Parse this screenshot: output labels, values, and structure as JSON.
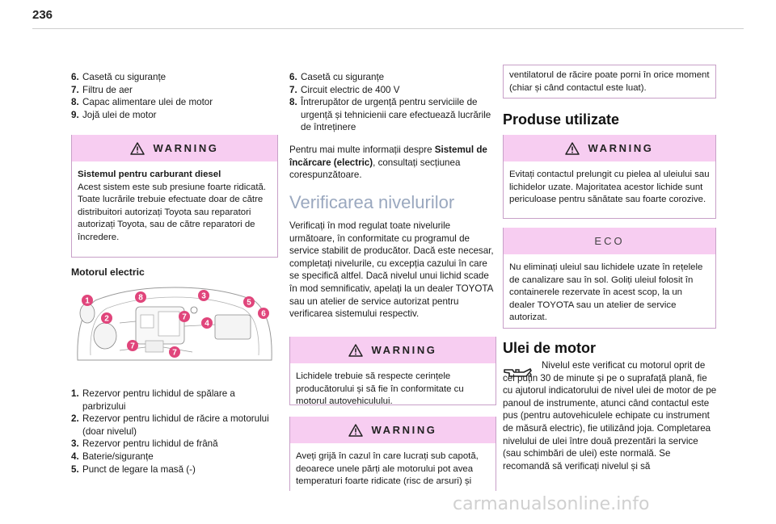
{
  "page": {
    "number": "236"
  },
  "col1": {
    "list_top": [
      {
        "num": "6.",
        "text": "Casetă cu siguranțe"
      },
      {
        "num": "7.",
        "text": "Filtru de aer"
      },
      {
        "num": "8.",
        "text": "Capac alimentare ulei de motor"
      },
      {
        "num": "9.",
        "text": "Jojă ulei de motor"
      }
    ],
    "warning": {
      "heading": "WARNING",
      "bold": "Sistemul pentru carburant diesel",
      "text": "Acest sistem este sub presiune foarte ridicată. Toate lucrările trebuie efectuate doar de către distribuitori autorizați Toyota sau reparatori autorizați Toyota, sau de către reparatori de încredere."
    },
    "subheading": "Motorul electric",
    "figure_labels": [
      "1",
      "8",
      "3",
      "5",
      "2",
      "7",
      "4",
      "6",
      "7",
      "7"
    ],
    "list_bottom": [
      {
        "num": "1.",
        "text": "Rezervor pentru lichidul de spălare a parbrizului"
      },
      {
        "num": "2.",
        "text": "Rezervor pentru lichidul de răcire a motorului (doar nivelul)"
      },
      {
        "num": "3.",
        "text": "Rezervor pentru lichidul de frână"
      },
      {
        "num": "4.",
        "text": "Baterie/siguranțe"
      },
      {
        "num": "5.",
        "text": "Punct de legare la masă (-)"
      }
    ]
  },
  "col2": {
    "list": [
      {
        "num": "6.",
        "text": "Casetă cu siguranțe"
      },
      {
        "num": "7.",
        "text": "Circuit electric de 400 V"
      },
      {
        "num": "8.",
        "text": "Întrerupător de urgență pentru serviciile de urgență și tehnicienii care efectuează lucrările de întreținere"
      }
    ],
    "info_pre": "Pentru mai multe informații despre ",
    "info_bold": "Sistemul de încărcare (electric)",
    "info_post": ", consultați secțiunea corespunzătoare.",
    "section_title": "Verificarea nivelurilor",
    "section_text": "Verificați în mod regulat toate nivelurile următoare, în conformitate cu programul de service stabilit de producător. Dacă este necesar, completați nivelurile, cu excepția cazului în care se specifică altfel. Dacă nivelul unui lichid scade în mod semnificativ, apelați la un dealer TOYOTA sau un atelier de service autorizat pentru verificarea sistemului respectiv.",
    "warning1": {
      "heading": "WARNING",
      "text": "Lichidele trebuie să respecte cerințele producătorului și să fie în conformitate cu motorul autovehiculului."
    },
    "warning2": {
      "heading": "WARNING",
      "text": "Aveți grijă în cazul în care lucrați sub capotă, deoarece unele părți ale motorului pot avea temperaturi foarte ridicate (risc de arsuri) și"
    }
  },
  "col3": {
    "continued": "ventilatorul de răcire poate porni în orice moment (chiar și când contactul este luat).",
    "section1": "Produse utilizate",
    "warning": {
      "heading": "WARNING",
      "text": "Evitați contactul prelungit cu pielea al uleiului sau lichidelor uzate. Majoritatea acestor lichide sunt periculoase pentru sănătate sau foarte corozive."
    },
    "eco": {
      "heading": "ECO",
      "text": "Nu eliminați uleiul sau lichidele uzate în rețelele de canalizare sau în sol. Goliți uleiul folosit în containerele rezervate în acest scop, la un dealer TOYOTA sau un atelier de service autorizat."
    },
    "section2": "Ulei de motor",
    "oil_text": "Nivelul este verificat cu motorul oprit de cel puțin 30 de minute și pe o suprafață plană, fie cu ajutorul indicatorului de nivel ulei de motor de pe panoul de instrumente, atunci când contactul este pus (pentru autovehiculele echipate cu instrument de măsură electric), fie utilizând joja. Completarea nivelului de ulei între două prezentări la service (sau schimbări de ulei) este normală. Se recomandă să verificați nivelul și să"
  },
  "footer": {
    "watermark": "carmanualsonline.info"
  },
  "colors": {
    "accent": "#e0457b",
    "box_header": "#f7cdf1",
    "box_border": "#c8a0c8",
    "heading_light": "#9aa8bf"
  }
}
